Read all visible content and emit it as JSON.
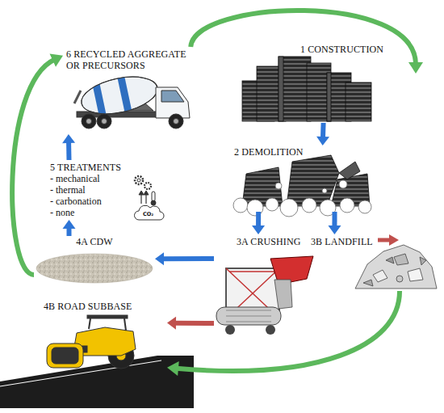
{
  "diagram": {
    "nodes": [
      {
        "text": [
          "1 CONSTRUCTION"
        ]
      },
      {
        "text": [
          "2 DEMOLITION"
        ]
      },
      {
        "text": [
          "3A CRUSHING"
        ]
      },
      {
        "text": [
          "3B LANDFILL"
        ]
      },
      {
        "text": [
          "4A CDW"
        ]
      },
      {
        "text": [
          "4B ROAD SUBBASE"
        ]
      },
      {
        "text": [
          "5 TREATMENTS",
          "- mechanical",
          "- thermal",
          "- carbonation",
          "- none"
        ]
      },
      {
        "text": [
          "6 RECYCLED AGGREGATE OR PRECURSORS"
        ]
      }
    ],
    "edges": [
      {
        "from": 0,
        "to": 1,
        "arrow": "to"
      },
      {
        "from": 1,
        "to": 2,
        "arrow": "to"
      },
      {
        "from": 1,
        "to": 3,
        "arrow": "to"
      },
      {
        "from": 2,
        "to": 4,
        "arrow": "to"
      },
      {
        "from": 2,
        "to": 5,
        "arrow": "to"
      },
      {
        "from": 4,
        "to": 6,
        "arrow": "to"
      },
      {
        "from": 6,
        "to": 7,
        "arrow": "to"
      },
      {
        "from": 7,
        "to": 0,
        "arrow": "to"
      },
      {
        "from": 3,
        "to": 5,
        "arrow": "to"
      },
      {
        "from": 4,
        "to": 7,
        "arrow": "to"
      }
    ],
    "labels": [
      "CO₂"
    ]
  }
}
